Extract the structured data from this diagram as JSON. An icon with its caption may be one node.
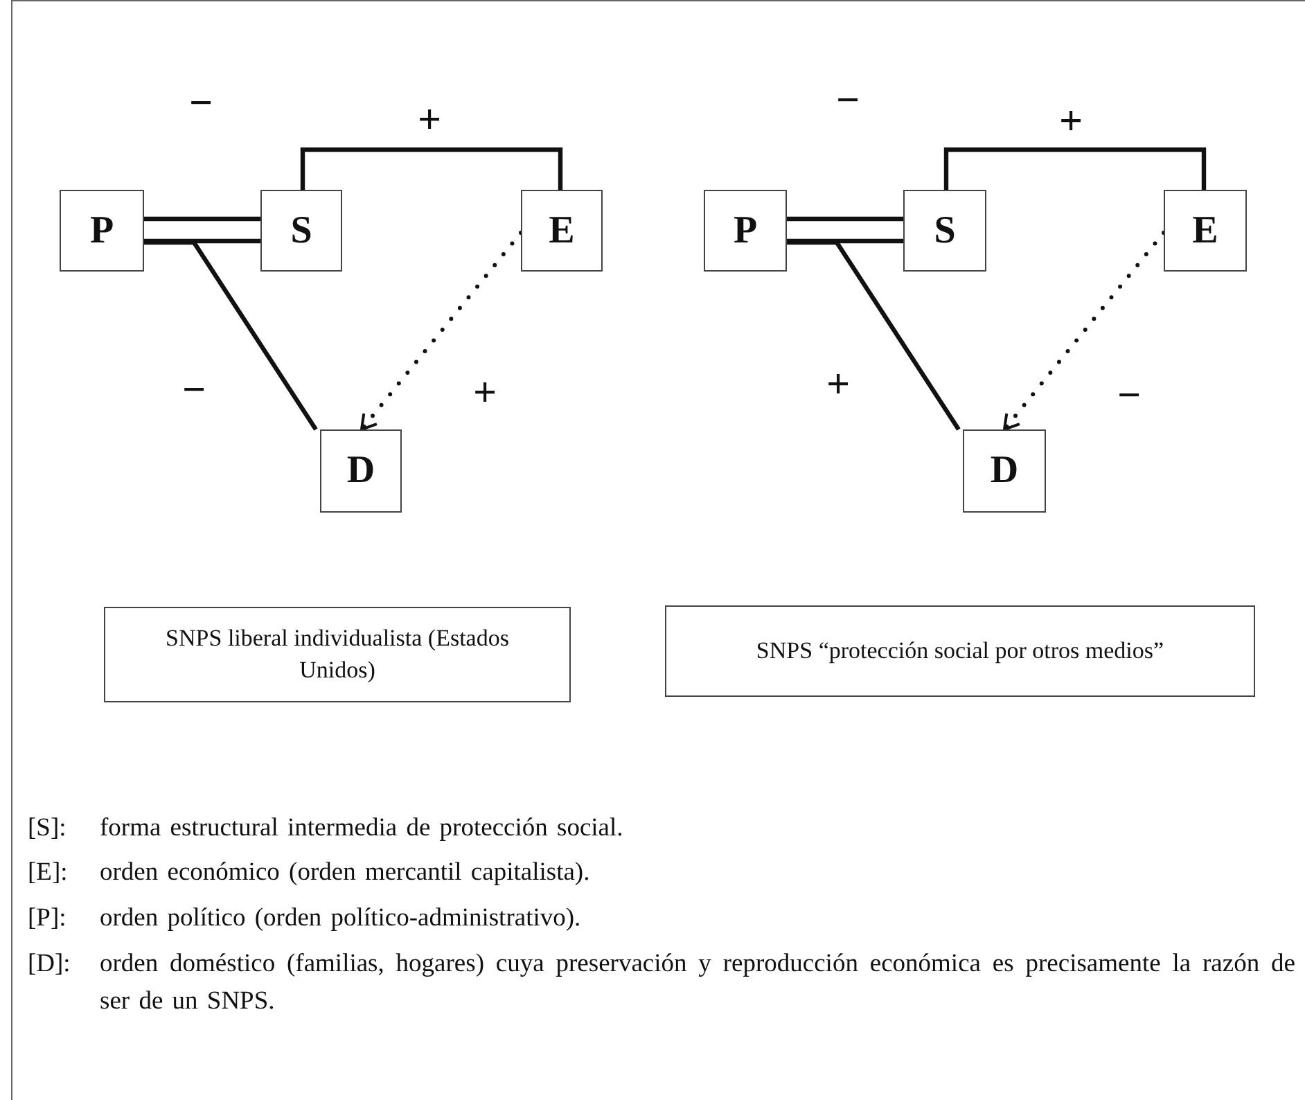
{
  "diagram": {
    "nodes": [
      {
        "text": [
          "P"
        ]
      },
      {
        "text": [
          "S"
        ]
      },
      {
        "text": [
          "E"
        ]
      },
      {
        "text": [
          "D"
        ]
      },
      {
        "text": [
          "P"
        ]
      },
      {
        "text": [
          "S"
        ]
      },
      {
        "text": [
          "E"
        ]
      },
      {
        "text": [
          "D"
        ]
      },
      {
        "text": [
          "SNPS liberal individualista (Estados Unidos)"
        ]
      },
      {
        "text": [
          "SNPS “protección social por otros medios”"
        ]
      }
    ],
    "edges": [
      {
        "from": 0,
        "to": 1,
        "arrow": "none"
      },
      {
        "from": 0,
        "to": 1,
        "arrow": "none"
      },
      {
        "from": 1,
        "to": 2,
        "arrow": "none"
      },
      {
        "from": 0,
        "to": 3,
        "arrow": "none"
      },
      {
        "from": 2,
        "to": 3,
        "arrow": "to",
        "style": "dashed"
      },
      {
        "from": 4,
        "to": 5,
        "arrow": "none"
      },
      {
        "from": 4,
        "to": 5,
        "arrow": "none"
      },
      {
        "from": 5,
        "to": 6,
        "arrow": "none"
      },
      {
        "from": 4,
        "to": 7,
        "arrow": "none"
      },
      {
        "from": 6,
        "to": 7,
        "arrow": "to",
        "style": "dashed"
      }
    ],
    "labels": [
      "−",
      "+",
      "−",
      "+",
      "−",
      "+",
      "+",
      "−",
      "[S]:",
      "forma estructural intermedia de protección social.",
      "[E]:",
      "orden económico (orden mercantil capitalista).",
      "[P]:",
      "orden político (orden político-administrativo).",
      "[D]:",
      "orden doméstico (familias, hogares) cuya preservación y reproducción económica es precisamente la razón de ser de un SNPS."
    ]
  }
}
